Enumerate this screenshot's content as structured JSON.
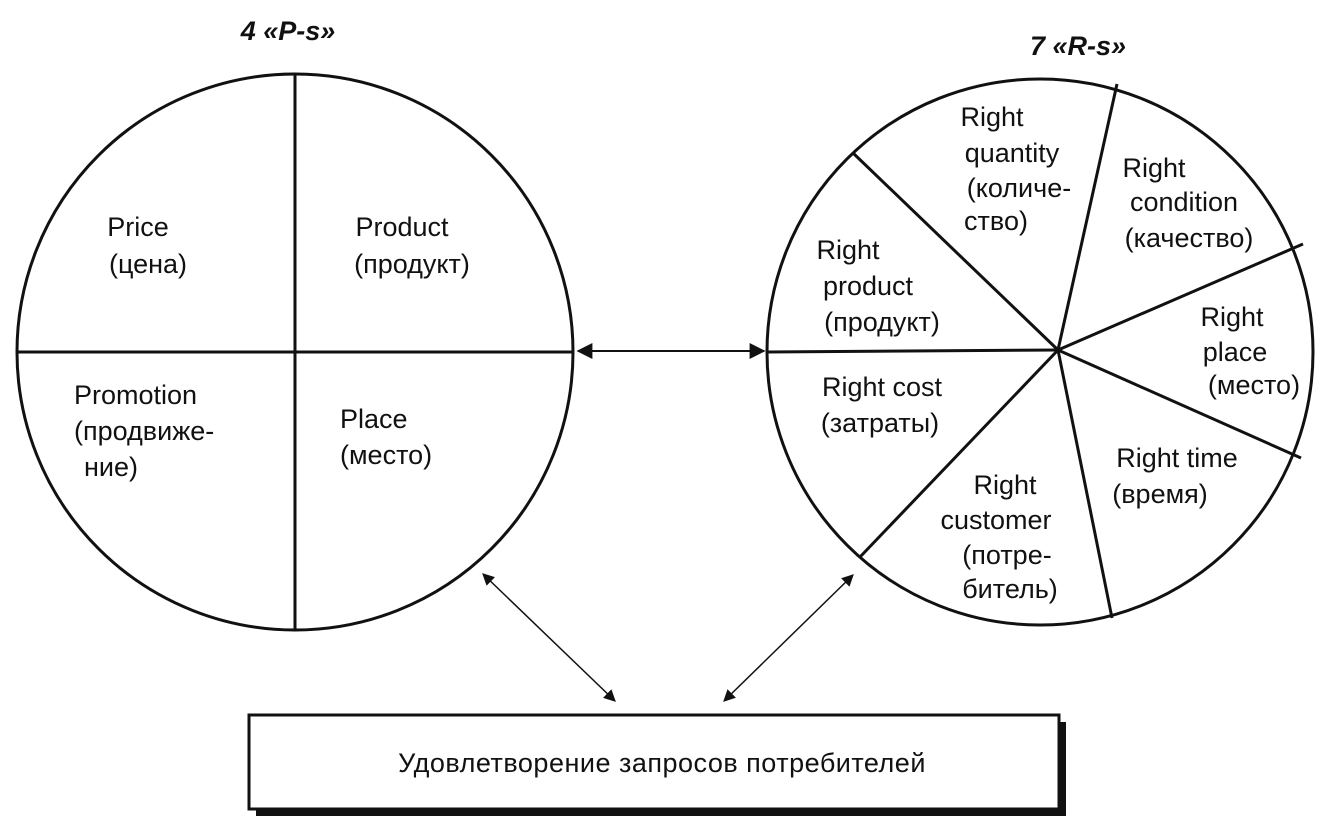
{
  "left": {
    "title": "4 «P-s»",
    "quadrants": [
      {
        "id": "price",
        "lines": [
          "Price",
          "(цена)"
        ]
      },
      {
        "id": "product",
        "lines": [
          "Product",
          "(продукт)"
        ]
      },
      {
        "id": "promotion",
        "lines": [
          "Promotion",
          "(продвиже-",
          "ние)"
        ]
      },
      {
        "id": "place",
        "lines": [
          "Place",
          "(место)"
        ]
      }
    ]
  },
  "right": {
    "title": "7 «R-s»",
    "segments": [
      {
        "id": "quantity",
        "lines": [
          "Right",
          "quantity",
          "(количе-",
          "ство)"
        ]
      },
      {
        "id": "condition",
        "lines": [
          "Right",
          "condition",
          "(качество)"
        ]
      },
      {
        "id": "product",
        "lines": [
          "Right",
          "product",
          "(продукт)"
        ]
      },
      {
        "id": "place",
        "lines": [
          "Right",
          "place",
          "(место)"
        ]
      },
      {
        "id": "cost",
        "lines": [
          "Right cost",
          "(затраты)"
        ]
      },
      {
        "id": "time",
        "lines": [
          "Right time",
          "(время)"
        ]
      },
      {
        "id": "customer",
        "lines": [
          "Right",
          "customer",
          "(потре-",
          "битель)"
        ]
      }
    ]
  },
  "bottom_box": {
    "label": "Удовлетворение запросов потребителей"
  }
}
